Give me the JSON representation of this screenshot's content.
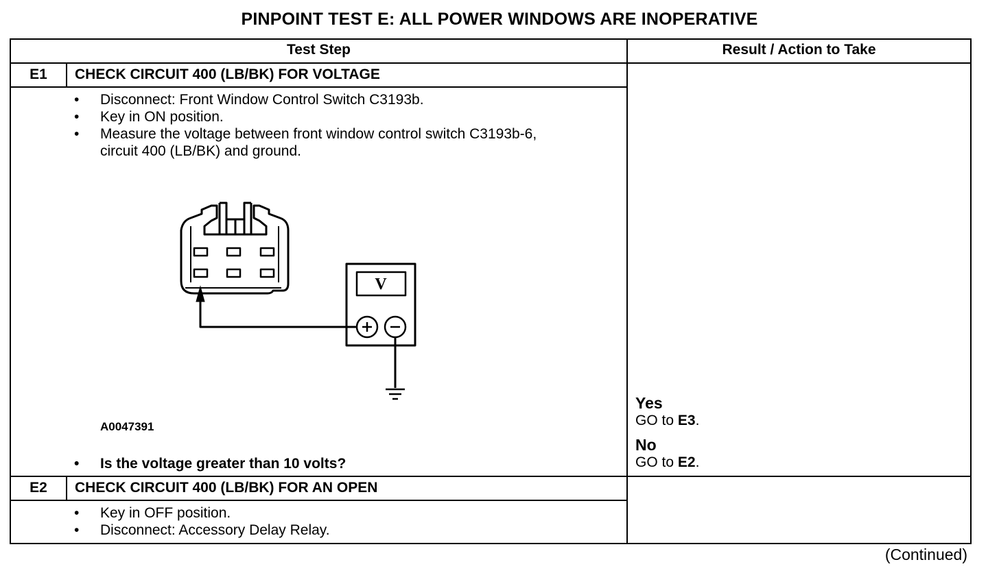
{
  "title": "PINPOINT TEST E: ALL POWER WINDOWS ARE INOPERATIVE",
  "table": {
    "headers": {
      "step": "Test Step",
      "result": "Result / Action to Take"
    },
    "steps": [
      {
        "id": "E1",
        "title": "CHECK CIRCUIT 400 (LB/BK) FOR VOLTAGE",
        "bullets": [
          "Disconnect: Front Window Control Switch C3193b.",
          "Key in ON position.",
          "Measure the voltage between front window control switch C3193b-6, circuit 400 (LB/BK) and ground."
        ],
        "figure": {
          "id": "A0047391",
          "meter_symbol": "V"
        },
        "question": "Is the voltage greater than 10 volts?",
        "results": [
          {
            "label": "Yes",
            "action_prefix": "GO to",
            "target": "E3",
            "suffix": "."
          },
          {
            "label": "No",
            "action_prefix": "GO to",
            "target": "E2",
            "suffix": "."
          }
        ]
      },
      {
        "id": "E2",
        "title": "CHECK CIRCUIT 400 (LB/BK) FOR AN OPEN",
        "bullets": [
          "Key in OFF position.",
          "Disconnect: Accessory Delay Relay."
        ]
      }
    ]
  },
  "footer": {
    "continued": "(Continued)"
  }
}
